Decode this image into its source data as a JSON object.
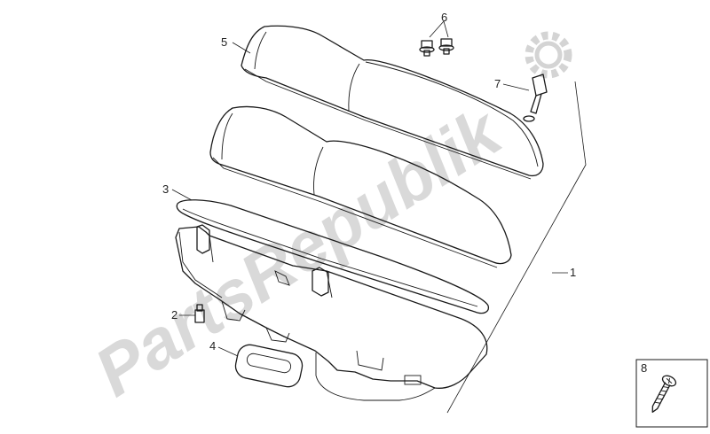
{
  "watermark": {
    "text": "PartsRepublik"
  },
  "callouts": {
    "c1": "1",
    "c2": "2",
    "c3": "3",
    "c4": "4",
    "c5": "5",
    "c6": "6",
    "c7": "7",
    "c8": "8"
  }
}
